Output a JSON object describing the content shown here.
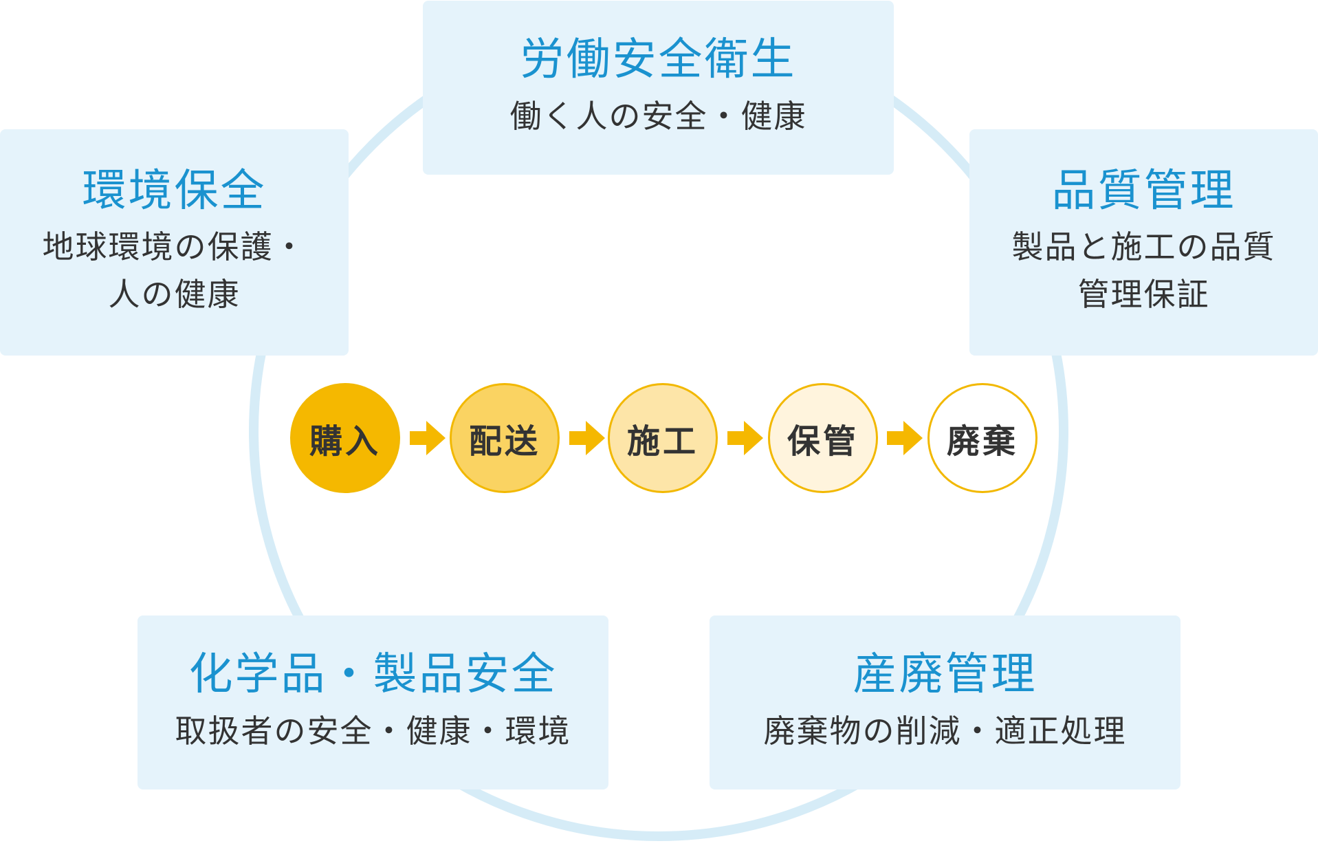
{
  "colors": {
    "ring": "#d6ecf7",
    "box_background": "#e5f3fb",
    "title_text": "#1a92cf",
    "desc_text": "#333333",
    "accent": "#f2b800",
    "arrow": "#f5b800"
  },
  "boxes": {
    "top": {
      "title": "労働安全衛生",
      "desc": "働く人の安全・健康"
    },
    "left": {
      "title": "環境保全",
      "desc": "地球環境の保護・\n人の健康"
    },
    "right": {
      "title": "品質管理",
      "desc": "製品と施工の品質\n管理保証"
    },
    "bottom_left": {
      "title": "化学品・製品安全",
      "desc": "取扱者の安全・健康・環境"
    },
    "bottom_right": {
      "title": "産廃管理",
      "desc": "廃棄物の削減・適正処理"
    }
  },
  "process": {
    "steps": [
      {
        "label": "購入",
        "fill": "#f5b800"
      },
      {
        "label": "配送",
        "fill": "#fad362"
      },
      {
        "label": "施工",
        "fill": "#fde5a8"
      },
      {
        "label": "保管",
        "fill": "#fff4dd"
      },
      {
        "label": "廃棄",
        "fill": "#ffffff"
      }
    ],
    "arrow_icon": "right-arrow-icon"
  }
}
